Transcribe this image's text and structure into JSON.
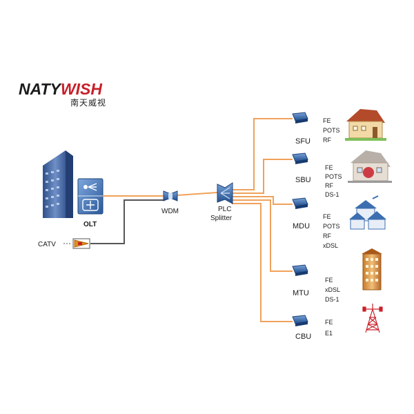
{
  "brand": {
    "name_part1": "NATY",
    "name_part2": "WISH",
    "subtitle": "南天威视",
    "color_dark": "#1b1b1b",
    "color_accent": "#c8202a"
  },
  "colors": {
    "fiber": "#f0a15a",
    "coax": "#555555",
    "device_blue": "#3c6fb0"
  },
  "olt": {
    "label": "OLT",
    "icon": "olt-switch-icon"
  },
  "catv": {
    "label": "CATV",
    "icon": "catv-amplifier-icon"
  },
  "wdm": {
    "label": "WDM",
    "icon": "wdm-coupler-icon"
  },
  "splitter": {
    "label_line1": "PLC",
    "label_line2": "Splitter",
    "icon": "plc-splitter-icon"
  },
  "endpoints": [
    {
      "label": "SFU",
      "services": [
        "FE",
        "POTS",
        "RF"
      ],
      "icon": "house-icon"
    },
    {
      "label": "SBU",
      "services": [
        "FE",
        "POTS",
        "RF",
        "DS-1"
      ],
      "icon": "small-business-icon"
    },
    {
      "label": "MDU",
      "services": [
        "FE",
        "POTS",
        "RF",
        "xDSL"
      ],
      "icon": "multi-dwelling-icon"
    },
    {
      "label": "MTU",
      "services": [
        "FE",
        "xDSL",
        "DS-1"
      ],
      "icon": "tower-block-icon"
    },
    {
      "label": "CBU",
      "services": [
        "FE",
        "E1"
      ],
      "icon": "cell-tower-icon"
    }
  ]
}
